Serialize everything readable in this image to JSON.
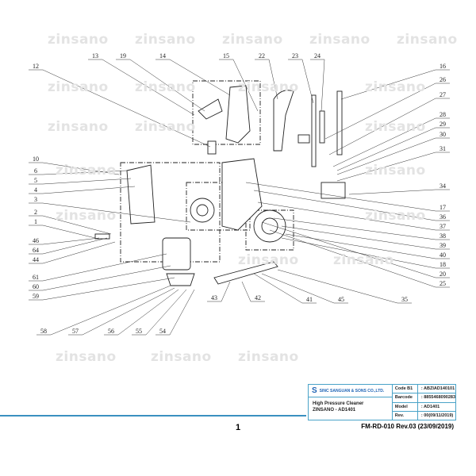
{
  "watermark": "zinsano",
  "part_numbers": [
    "13",
    "19",
    "14",
    "15",
    "22",
    "23",
    "24",
    "12",
    "16",
    "26",
    "27",
    "28",
    "29",
    "30",
    "31",
    "34",
    "17",
    "36",
    "37",
    "38",
    "39",
    "40",
    "18",
    "20",
    "25",
    "35",
    "45",
    "41",
    "42",
    "43",
    "10",
    "6",
    "5",
    "4",
    "3",
    "2",
    "1",
    "46",
    "64",
    "44",
    "61",
    "60",
    "59",
    "58",
    "57",
    "56",
    "55",
    "54"
  ],
  "title_block": {
    "company": "SINC SANGUAN & SONS CO.,LTD.",
    "product_line1": "High Pressure Cleaner",
    "product_line2": "ZINSANO - AD1401",
    "rows": [
      {
        "key": "Code B1",
        "value": ": ABZIAD140101"
      },
      {
        "key": "Barcode",
        "value": ": 8855468090283"
      },
      {
        "key": "Model",
        "value": ": AD1401"
      },
      {
        "key": "Rev.",
        "value": ": 00(09/11/2019)"
      }
    ]
  },
  "page_number": "1",
  "form_number": "FM-RD-010  Rev.03 (23/09/2019)",
  "colors": {
    "accent": "#3a90c0",
    "logo": "#1f64b5"
  }
}
